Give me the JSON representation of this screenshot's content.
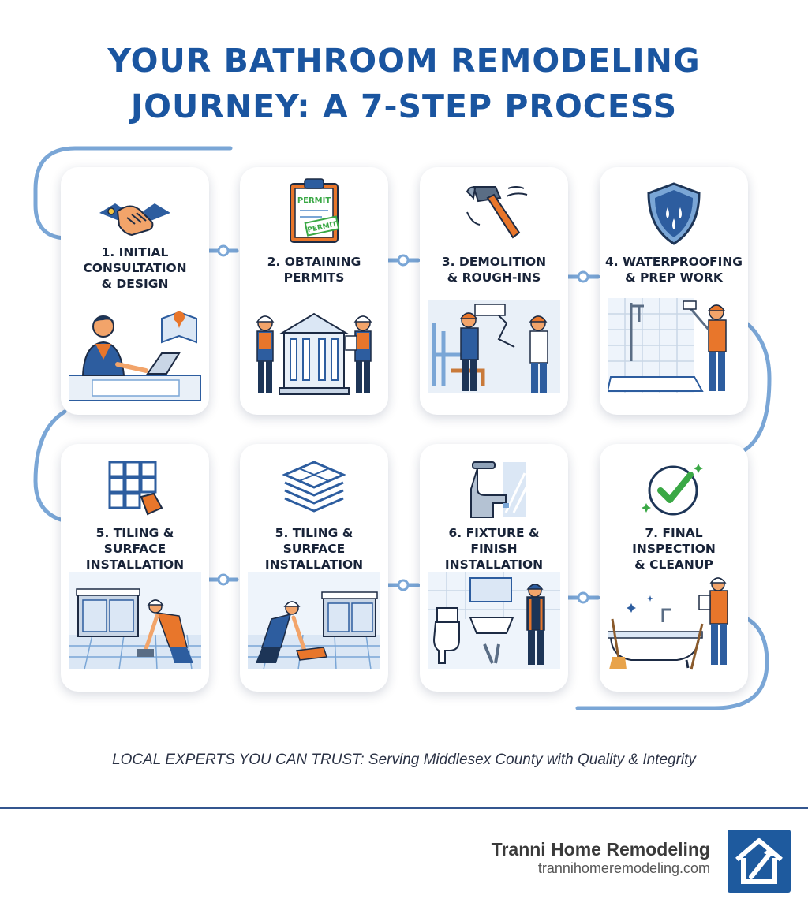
{
  "title": {
    "line1": "YOUR BATHROOM REMODELING",
    "line2": "JOURNEY: A 7-STEP PROCESS"
  },
  "colors": {
    "title": "#1a55a0",
    "connector": "#7aa6d6",
    "accent_orange": "#e8762b",
    "accent_blue": "#2d5d9f",
    "check_green": "#3aa845"
  },
  "steps": [
    {
      "label_line1": "1. INITIAL",
      "label_line2": "CONSULTATION",
      "label_line3": "& DESIGN",
      "icon": "handshake-icon",
      "scene": "designer-at-laptop"
    },
    {
      "label_line1": "2. OBTAINING",
      "label_line2": "PERMITS",
      "icon": "permit-clipboard-icon",
      "scene": "workers-at-city-hall",
      "icon_text1": "PERMIT",
      "icon_text2": "PERMIT"
    },
    {
      "label_line1": "3. DEMOLITION",
      "label_line2": "& ROUGH-INS",
      "icon": "hammer-icon",
      "scene": "workers-demolishing-wall"
    },
    {
      "label_line1": "4. WATERPROOFING",
      "label_line2": "& PREP WORK",
      "icon": "shield-droplets-icon",
      "scene": "worker-waterproofing-shower"
    },
    {
      "label_line1": "5. TILING & SURFACE",
      "label_line2": "INSTALLATION",
      "icon": "tile-grid-icon",
      "scene": "worker-laying-floor-tile"
    },
    {
      "label_line1": "5. TILING & SURFACE",
      "label_line2": "INSTALLATION",
      "icon": "tile-stack-icon",
      "scene": "worker-laying-floor-tile"
    },
    {
      "label_line1": "6. FIXTURE & FINISH",
      "label_line2": "INSTALLATION",
      "icon": "faucet-icon",
      "scene": "worker-installing-fixtures"
    },
    {
      "label_line1": "7. FINAL INSPECTION",
      "label_line2": "& CLEANUP",
      "icon": "check-circle-icon",
      "scene": "inspector-with-clipboard"
    }
  ],
  "tagline": "LOCAL EXPERTS YOU CAN TRUST: Serving Middlesex County with Quality & Integrity",
  "brand": {
    "name": "Tranni Home Remodeling",
    "url": "trannihomeremodeling.com",
    "logo": "house-hammer-logo-icon"
  }
}
